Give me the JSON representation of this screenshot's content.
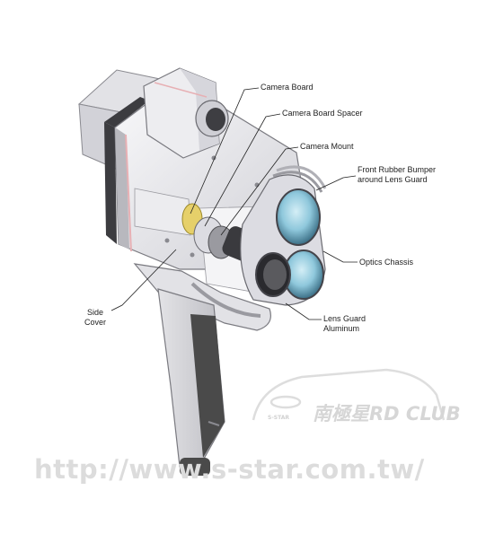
{
  "labels": {
    "camera_board": "Camera Board",
    "camera_board_spacer": "Camera Board Spacer",
    "camera_mount": "Camera Mount",
    "front_bumper_line1": "Front Rubber Bumper",
    "front_bumper_line2": "around Lens Guard",
    "optics_chassis": "Optics Chassis",
    "lens_guard_line1": "Lens Guard",
    "lens_guard_line2": "Aluminum",
    "side_cover_line1": "Side",
    "side_cover_line2": "Cover"
  },
  "watermark": {
    "url": "http://www.s-star.com.tw/",
    "logo_brand": "S-STAR",
    "logo_text": "南極星RD CLUB"
  },
  "colors": {
    "lens": "#8fc8dc",
    "lens_dark": "#3b6f86",
    "body": "#e9e9ec",
    "body_shade": "#c9c9cf",
    "grip": "#4a4a4a",
    "accent_pink": "#e7b0b4",
    "brass": "#e6d06a"
  }
}
